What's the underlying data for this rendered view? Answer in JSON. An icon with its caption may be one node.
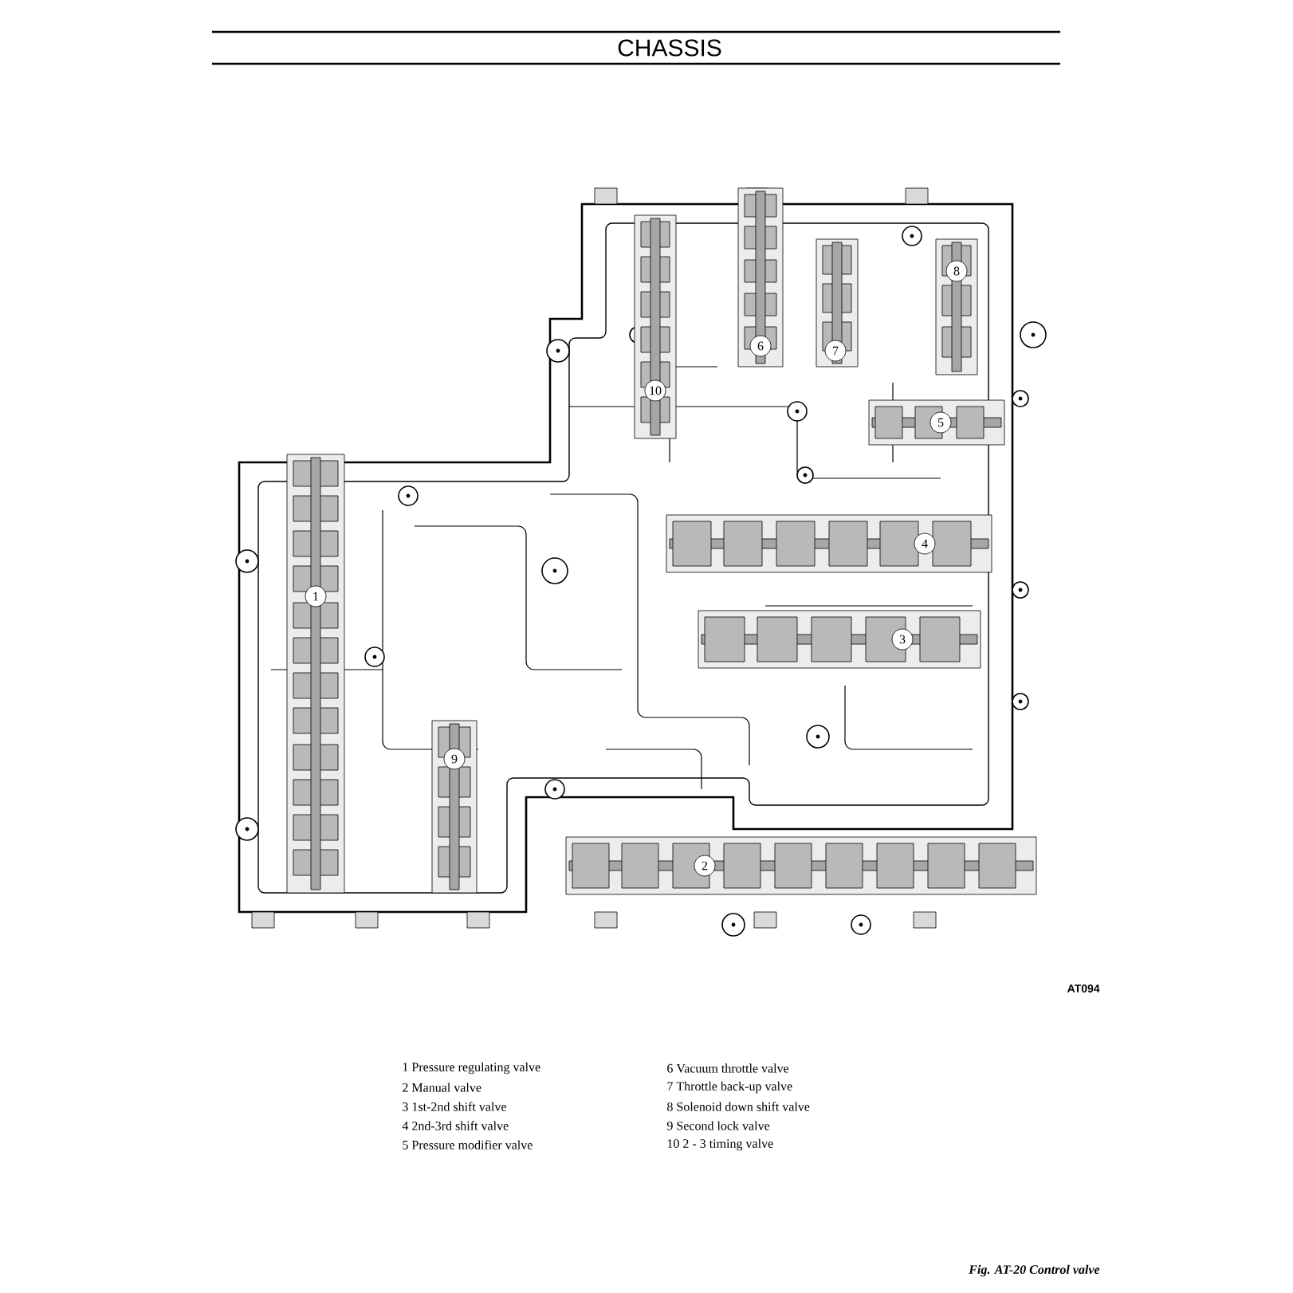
{
  "diagram": {
    "title": "CHASSIS",
    "caption": "Fig. AT-20 Control valve",
    "labels": [
      "8",
      "6",
      "7",
      "10",
      "5",
      "4",
      "1",
      "3",
      "9",
      "2",
      "AT094",
      "1 Pressure regulating valve",
      "2 Manual valve",
      "3 1st-2nd shift valve",
      "4 2nd-3rd shift valve",
      "5 Pressure modifier valve",
      "6 Vacuum throttle valve",
      "7 Throttle back-up valve",
      "8 Solenoid down shift valve",
      "9 Second lock valve",
      "10 2 - 3 timing valve"
    ]
  }
}
